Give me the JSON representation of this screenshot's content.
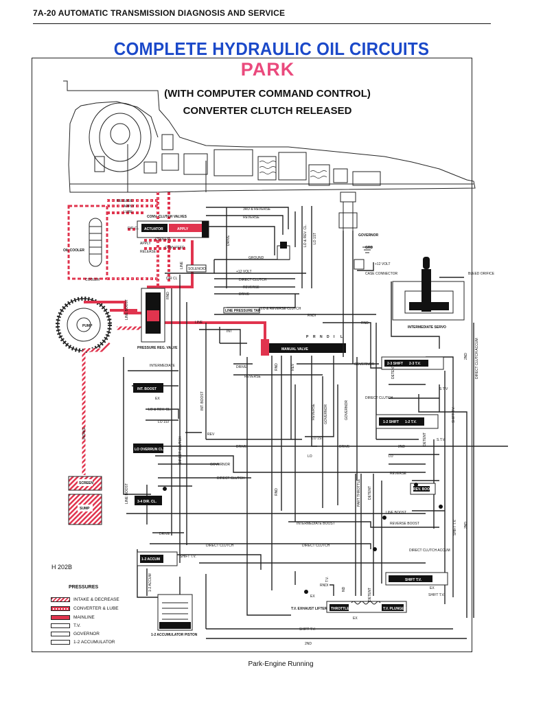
{
  "header": {
    "running_head": "7A-20 AUTOMATIC TRANSMISSION DIAGNOSIS AND SERVICE"
  },
  "title": "COMPLETE HYDRAULIC OIL CIRCUITS",
  "state": "PARK",
  "subtitle_1": "(WITH COMPUTER COMMAND CONTROL)",
  "subtitle_2": "CONVERTER CLUTCH RELEASED",
  "figure_id": "H 202B",
  "caption": "Park-Engine Running",
  "colors": {
    "title_blue": "#1b49c9",
    "state_pink": "#ea4a7d",
    "oil_red": "#e0344e"
  },
  "legend": {
    "title": "PRESSURES",
    "items": [
      {
        "key": "intake",
        "label": "INTAKE & DECREASE"
      },
      {
        "key": "conv",
        "label": "CONVERTER & LUBE"
      },
      {
        "key": "main",
        "label": "MAINLINE"
      },
      {
        "key": "tv",
        "label": "T.V."
      },
      {
        "key": "gov",
        "label": "GOVERNOR"
      },
      {
        "key": "acc",
        "label": "1-2 ACCUMULATOR"
      }
    ]
  },
  "components": {
    "oil_cooler": "OIL COOLER",
    "conv_clutch_valves": "CONV. CLUTCH VALVES",
    "actuator": "ACTUATOR",
    "apply": "APPLY",
    "pump": "PUMP",
    "pressure_reg": "PRESSURE REG. VALVE",
    "manual_valve": "MANUAL VALVE",
    "governor": "GOVERNOR",
    "case_connector": "CASE CONNECTOR",
    "intermediate_servo": "INTERMEDIATE SERVO",
    "bleed_orifice": "BLEED ORIFICE",
    "screen": "SCREEN",
    "sump": "SUMP",
    "solenoid": "SOLENOID",
    "line_pressure_tap": "LINE PRESSURE TAP",
    "int_boost": "INT. BOOST",
    "lo_overrun_cl": "LO OVERRUN CL.",
    "dir_cl_3_4": "3-4 DIR. CL.",
    "shift_2_3": "2-3 SHIFT",
    "tv_2_3": "2-3 T.V.",
    "shift_1_2": "1-2 SHIFT",
    "tv_1_2": "1-2 T.V.",
    "rev_boost": "REV. BOOST",
    "accum_1_2": "1-2 ACCUM",
    "shift_tv": "SHIFT T.V.",
    "throttle": "THROTTLE",
    "tv_plunger": "T.V. PLUNGER",
    "tv_exhaust_lifter": "T.V. EXHAUST LIFTER",
    "accum_piston": "1-2 ACCUMULATOR PISTON",
    "grd": "GRD",
    "volt": "+12 VOLT",
    "range_p": "P",
    "range_r": "R",
    "range_n": "N",
    "range_d": "D",
    "range_i": "I",
    "range_l": "L"
  },
  "lines": {
    "release": "RELEASE",
    "apply": "APPLY",
    "lube": "LUBE",
    "dir_cl": "DIR CL",
    "cooler": "COOLER",
    "conv_feed": "CONV.FEED",
    "reverse": "REVERSE",
    "rev_3rd": "3RD & REVERSE",
    "drive": "DRIVE",
    "ground": "GROUND",
    "volt12": "+12 VOLT",
    "direct_clutch": "DIRECT CLUTCH",
    "lo_rev_clutch": "LO & REVERSE CLUTCH",
    "lo_rev_cl": "LO & REV. CL.",
    "lo_1st": "LO 1ST",
    "rev": "REV",
    "rnd": "RND",
    "rndi": "RNDI",
    "int": "INT",
    "intermediate": "INTERMEDIATE",
    "intermediate_boost": "INTERMEDIATE BOOST",
    "line": "LINE",
    "line_boost": "LINE BOOST",
    "reverse_boost": "REVERSE BOOST",
    "lo": "LO",
    "lo_1st_right": "LO 1ST",
    "second": "2ND",
    "governor": "GOVERNOR",
    "stv": "S.T.V.",
    "stv_short": "S T V",
    "shift_tv": "SHIFT T.V.",
    "direct_clutch_accum": "DIRECT CLUTCH ACCUM",
    "part_throttle": "PART THROTTLE",
    "detent": "DETENT",
    "intake": "INTAKE",
    "ex": "EX",
    "tv": "T.V.",
    "nd": "ND"
  }
}
